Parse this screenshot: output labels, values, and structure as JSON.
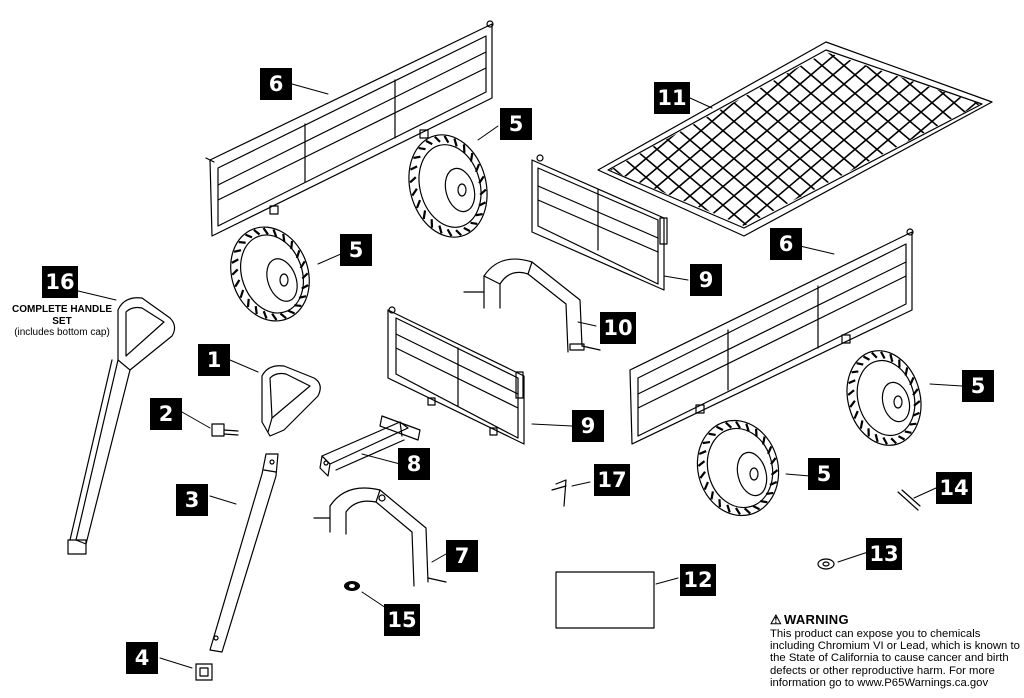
{
  "callouts": {
    "c1": "1",
    "c2": "2",
    "c3": "3",
    "c4": "4",
    "c5a": "5",
    "c5b": "5",
    "c5c": "5",
    "c5d": "5",
    "c6a": "6",
    "c6b": "6",
    "c7": "7",
    "c8": "8",
    "c9a": "9",
    "c9b": "9",
    "c10": "10",
    "c11": "11",
    "c12": "12",
    "c13": "13",
    "c14": "14",
    "c15": "15",
    "c16": "16",
    "c17": "17"
  },
  "handle_set": {
    "title": "COMPLETE HANDLE SET",
    "subtitle": "(includes bottom cap)"
  },
  "warning": {
    "icon": "warning-triangle-icon",
    "title": "WARNING",
    "body": "This product can expose you to chemicals including Chromium VI or Lead, which is known to the State of California to cause cancer and birth defects or other reproductive harm.  For more information go to www.P65Warnings.ca.gov"
  }
}
